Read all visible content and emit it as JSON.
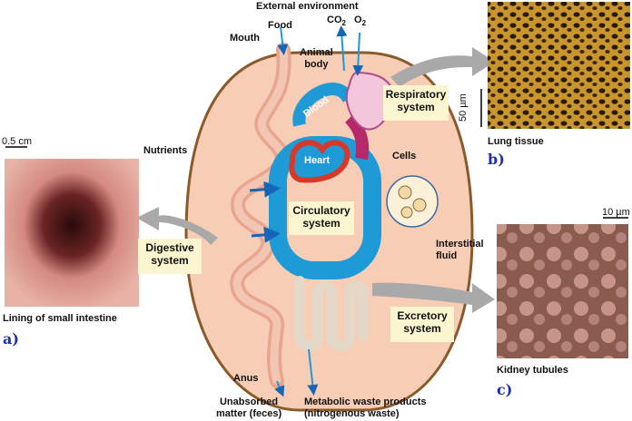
{
  "labels": {
    "external_environment": "External environment",
    "food": "Food",
    "mouth": "Mouth",
    "co2": "CO",
    "co2_sub": "2",
    "o2": "O",
    "o2_sub": "2",
    "animal_body_1": "Animal",
    "animal_body_2": "body",
    "blood": "Blood",
    "heart": "Heart",
    "nutrients": "Nutrients",
    "cells": "Cells",
    "interstitial_1": "Interstitial",
    "interstitial_2": "fluid",
    "anus": "Anus",
    "unabsorbed_1": "Unabsorbed",
    "unabsorbed_2": "matter (feces)",
    "metabolic_1": "Metabolic waste products",
    "metabolic_2": "(nitrogenous waste)"
  },
  "systems": {
    "respiratory_1": "Respiratory",
    "respiratory_2": "system",
    "circulatory_1": "Circulatory",
    "circulatory_2": "system",
    "digestive_1": "Digestive",
    "digestive_2": "system",
    "excretory_1": "Excretory",
    "excretory_2": "system"
  },
  "photos": {
    "a_scale": "0.5 cm",
    "a_caption": "Lining of small intestine",
    "a_letter": "a)",
    "b_scale": "50 µm",
    "b_caption": "Lung tissue",
    "b_letter": "b)",
    "c_scale": "10 µm",
    "c_caption": "Kidney tubules",
    "c_letter": "c)"
  },
  "colors": {
    "body_fill": "#f7cdb6",
    "body_outline": "#8a5a2a",
    "blood_blue": "#1e9ad6",
    "heart_red": "#d8382a",
    "system_box": "#fbf6cf",
    "panel_letter": "#1c2fa8"
  }
}
